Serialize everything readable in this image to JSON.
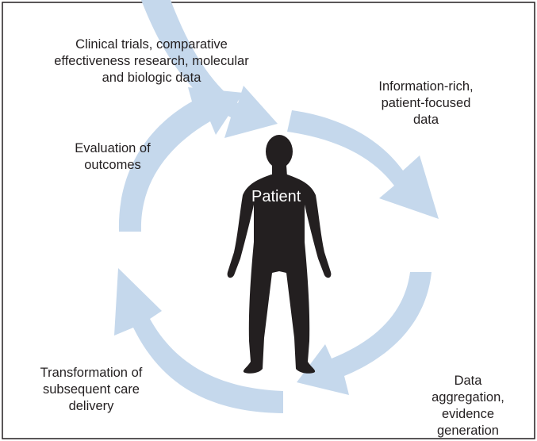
{
  "diagram": {
    "arrow_color": "#c5d8ec",
    "figure_color": "#231f20",
    "border_color": "#231f20",
    "center_label": "Patient",
    "labels": {
      "input": [
        "Clinical trials, comparative",
        "effectiveness research, molecular",
        "and biologic data"
      ],
      "information": [
        "Information-rich,",
        "patient-focused",
        "data"
      ],
      "aggregation": [
        "Data",
        "aggregation,",
        "evidence",
        "generation"
      ],
      "transformation": [
        "Transformation of",
        "subsequent care",
        "delivery"
      ],
      "evaluation": [
        "Evaluation of",
        "outcomes"
      ]
    }
  }
}
